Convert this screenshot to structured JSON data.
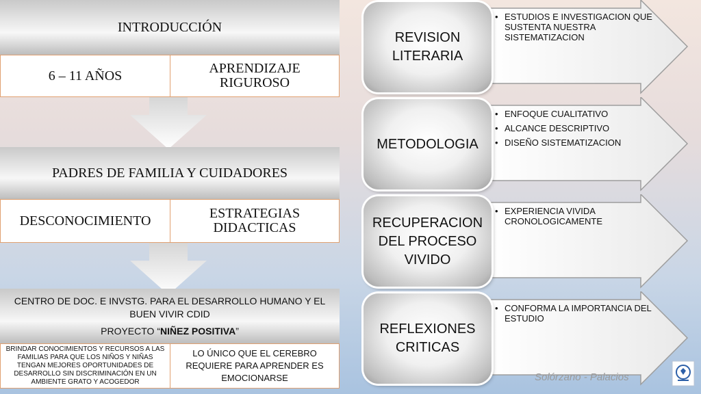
{
  "left": {
    "intro": "INTRODUCCIÓN",
    "age": "6 – 11 AÑOS",
    "learning": "APRENDIZAJE RIGUROSO",
    "parents": "PADRES DE FAMILIA Y CUIDADORES",
    "unknown": "DESCONOCIMIENTO",
    "strategies": "ESTRATEGIAS DIDACTICAS",
    "center": "CENTRO DE DOC. E INVSTG. PARA EL DESARROLLO HUMANO Y EL BUEN VIVIR CDID",
    "project_prefix": "PROYECTO  “",
    "project_name": "NIÑEZ POSITIVA",
    "project_suffix": "”",
    "provide": "BRINDAR CONOCIMIENTOS Y RECURSOS A LAS FAMILIAS PARA QUE LOS NIÑOS Y NIÑAS TENGAN MEJORES OPORTUNIDADES DE DESARROLLO SIN DISCRIMINACIÓN EN UN AMBIENTE GRATO Y ACOGEDOR",
    "brain": "LO ÚNICO QUE EL CEREBRO REQUIERE PARA APRENDER ES EMOCIONARSE"
  },
  "right": [
    {
      "title": "REVISION LITERARIA",
      "bullets": [
        "ESTUDIOS E INVESTIGACION QUE SUSTENTA NUESTRA SISTEMATIZACION"
      ]
    },
    {
      "title": "METODOLOGIA",
      "bullets": [
        "ENFOQUE CUALITATIVO",
        "ALCANCE DESCRIPTIVO",
        "DISEÑO SISTEMATIZACION"
      ]
    },
    {
      "title": "RECUPERACION DEL PROCESO VIVIDO",
      "bullets": [
        "EXPERIENCIA VIVIDA CRONOLOGICAMENTE"
      ]
    },
    {
      "title": "REFLEXIONES CRITICAS",
      "bullets": [
        "CONFORMA LA IMPORTANCIA DEL ESTUDIO"
      ]
    }
  ],
  "footer": {
    "author": "Solórzano - Palacios"
  },
  "colors": {
    "cell_border": "#e0a070",
    "bubble_edge": "#9a9a9a"
  }
}
